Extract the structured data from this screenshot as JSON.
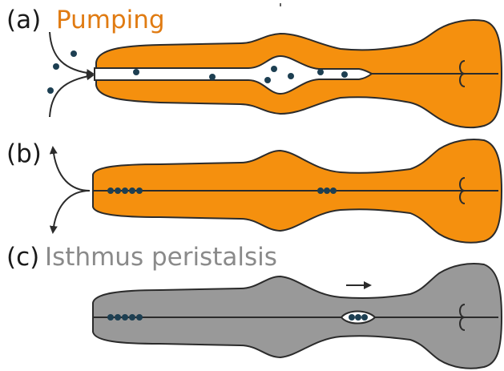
{
  "colors": {
    "pumping_fill": "#F5900E",
    "peristalsis_fill": "#999999",
    "outline": "#2b2b2b",
    "particle": "#1d3f52",
    "title_pumping": "#E07B12",
    "title_peristalsis": "#8a8a8a",
    "label": "#1a1a1a"
  },
  "panels": [
    {
      "label": "(a)",
      "title": "Pumping",
      "state": "open lumen, particles drawn in"
    },
    {
      "label": "(b)",
      "title": "",
      "state": "closed lumen, particles trapped"
    },
    {
      "label": "(c)",
      "title": "Isthmus peristalsis",
      "state": "particles moved posteriorly"
    }
  ]
}
